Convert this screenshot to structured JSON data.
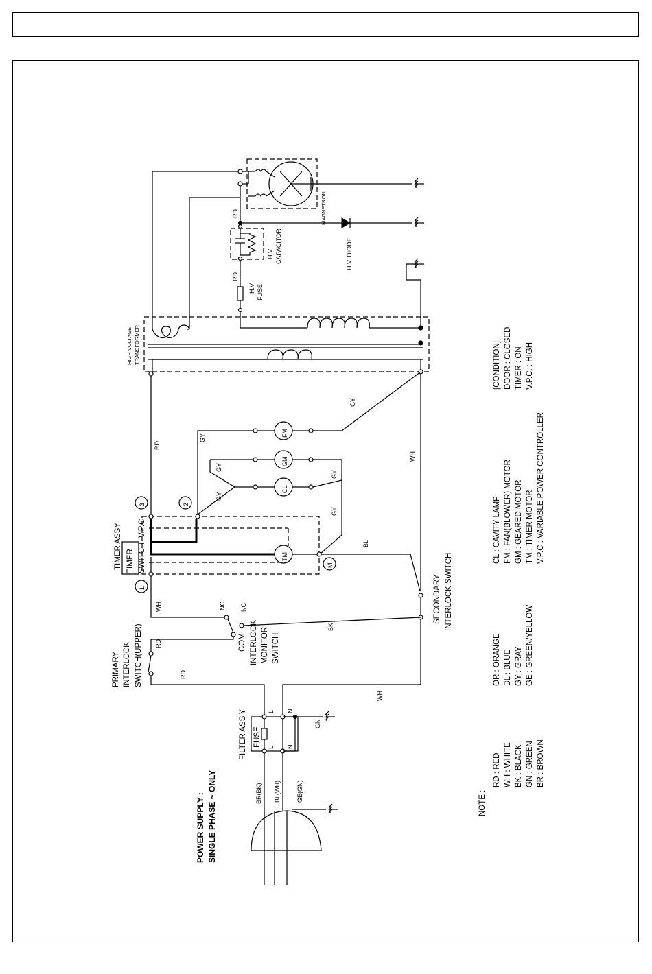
{
  "components": {
    "magnetron": "MAGNETRON",
    "hv_diode": "H.V. DIODE",
    "hv_capacitor": [
      "H.V.",
      "CAPACITOR"
    ],
    "hv_fuse": [
      "H.V.",
      "FUSE"
    ],
    "hv_transformer": [
      "HIGH VOLTAGE",
      "TRANSFORMER"
    ],
    "timer_assy": "TIMER ASSY",
    "timer_switch": [
      "TIMER",
      "SWITCH"
    ],
    "vpc": "V.P.C",
    "primary_interlock": [
      "PRIMARY",
      "INTERLOCK",
      "SWITCH(UPPER)"
    ],
    "monitor_switch": [
      "COM",
      "INTERLOCK",
      "MONITOR",
      "SWITCH"
    ],
    "secondary_interlock": [
      "SECONDARY",
      "INTERLOCK SWITCH"
    ],
    "filter_assy": "FILTER ASS'Y",
    "fuse": "FUSE",
    "power_supply": [
      "POWER SUPPLY :",
      "SINGLE PHASE ~ ONLY"
    ],
    "fm": "FM",
    "gm": "GM",
    "cl": "CL",
    "tm": "TM",
    "m": "M",
    "no": "NO",
    "nc": "NC",
    "l": "L",
    "n": "N",
    "n1": "1",
    "n2": "2",
    "n3": "3"
  },
  "wires": {
    "rd": "RD",
    "gy": "GY",
    "wh": "WH",
    "bl": "BL",
    "bk": "BK",
    "gn": "GN",
    "br_bk": "BR(BK)",
    "bl_wh": "BL(WH)",
    "ge_gn": "GE(GN)"
  },
  "note": {
    "title": "NOTE :",
    "col1": [
      "RD : RED",
      "WH : WHITE",
      "BK : BLACK",
      "GN : GREEN",
      "BR : BROWN"
    ],
    "col2": [
      "OR : ORANGE",
      "BL : BLUE",
      "GY : GRAY",
      "GE : GREEN/YELLOW"
    ],
    "col3": [
      "CL : CAVITY LAMP",
      "FM : FAN(BLOWER) MOTOR",
      "GM : GEARED MOTOR",
      "TM : TIMER MOTOR",
      "V.P.C : VARIABLE POWER CONTROLLER"
    ],
    "condition": [
      "[CONDITION]",
      "DOOR : CLOSED",
      "TIMER : ON",
      "V.P.C. : HIGH"
    ]
  }
}
